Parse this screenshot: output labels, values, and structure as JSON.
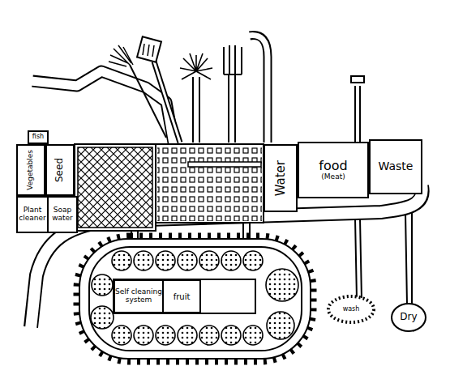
{
  "diagram": {
    "nodes": [
      {
        "text": [
          "fish"
        ]
      },
      {
        "text": [
          "Vegetables"
        ]
      },
      {
        "text": [
          "Seed"
        ]
      },
      {
        "text": [
          "Plant cleaner"
        ]
      },
      {
        "text": [
          "Soap water"
        ]
      },
      {
        "text": [
          "Water"
        ]
      },
      {
        "text": [
          "food",
          "(Meat)"
        ]
      },
      {
        "text": [
          "Waste"
        ]
      },
      {
        "text": [
          "Self cleaning system"
        ]
      },
      {
        "text": [
          "fruit"
        ]
      },
      {
        "text": [
          "wash"
        ]
      },
      {
        "text": [
          "Dry"
        ]
      }
    ]
  }
}
